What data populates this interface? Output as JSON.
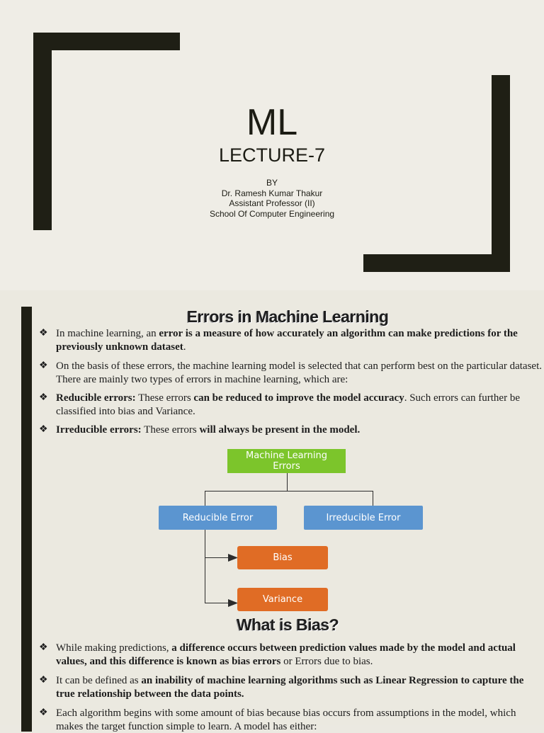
{
  "slide1": {
    "title": "ML",
    "subtitle": "LECTURE-7",
    "by": "BY",
    "author": "Dr. Ramesh Kumar Thakur",
    "position": "Assistant Professor (II)",
    "school": "School Of Computer Engineering"
  },
  "slide2": {
    "heading": "Errors in Machine Learning",
    "bullets": [
      {
        "parts": [
          "In machine learning, an ",
          "error is a measure of how accurately an algorithm can make predictions for the previously unknown dataset",
          "."
        ]
      },
      {
        "parts": [
          "On the basis of these errors, the machine learning model is selected that can perform best on the particular dataset. There are mainly two types of errors in machine learning, which are:"
        ]
      },
      {
        "parts": [
          "Reducible errors:",
          " These errors ",
          "can be reduced to improve the model accuracy",
          ". Such errors can further be classified into bias and Variance."
        ]
      },
      {
        "parts": [
          "Irreducible errors:",
          " These errors ",
          "will always be present in the model."
        ]
      }
    ],
    "diagram": {
      "root": "Machine Learning Errors",
      "reducible": "Reducible Error",
      "irreducible": "Irreducible Error",
      "bias": "Bias",
      "variance": "Variance"
    },
    "heading2": "What is Bias?",
    "bullets2": [
      {
        "parts": [
          "While making predictions, ",
          "a difference occurs between prediction values made by the model and actual values, and this difference is known as bias errors",
          " or Errors due to bias."
        ]
      },
      {
        "parts": [
          "It can be defined as ",
          "an inability of machine learning algorithms such as Linear Regression to capture the true relationship between the data points."
        ]
      },
      {
        "parts": [
          "Each algorithm begins with some amount of bias because bias occurs from assumptions in the model, which makes the target function simple to learn. A model has either:"
        ]
      }
    ],
    "bullet_mark": "❖"
  }
}
